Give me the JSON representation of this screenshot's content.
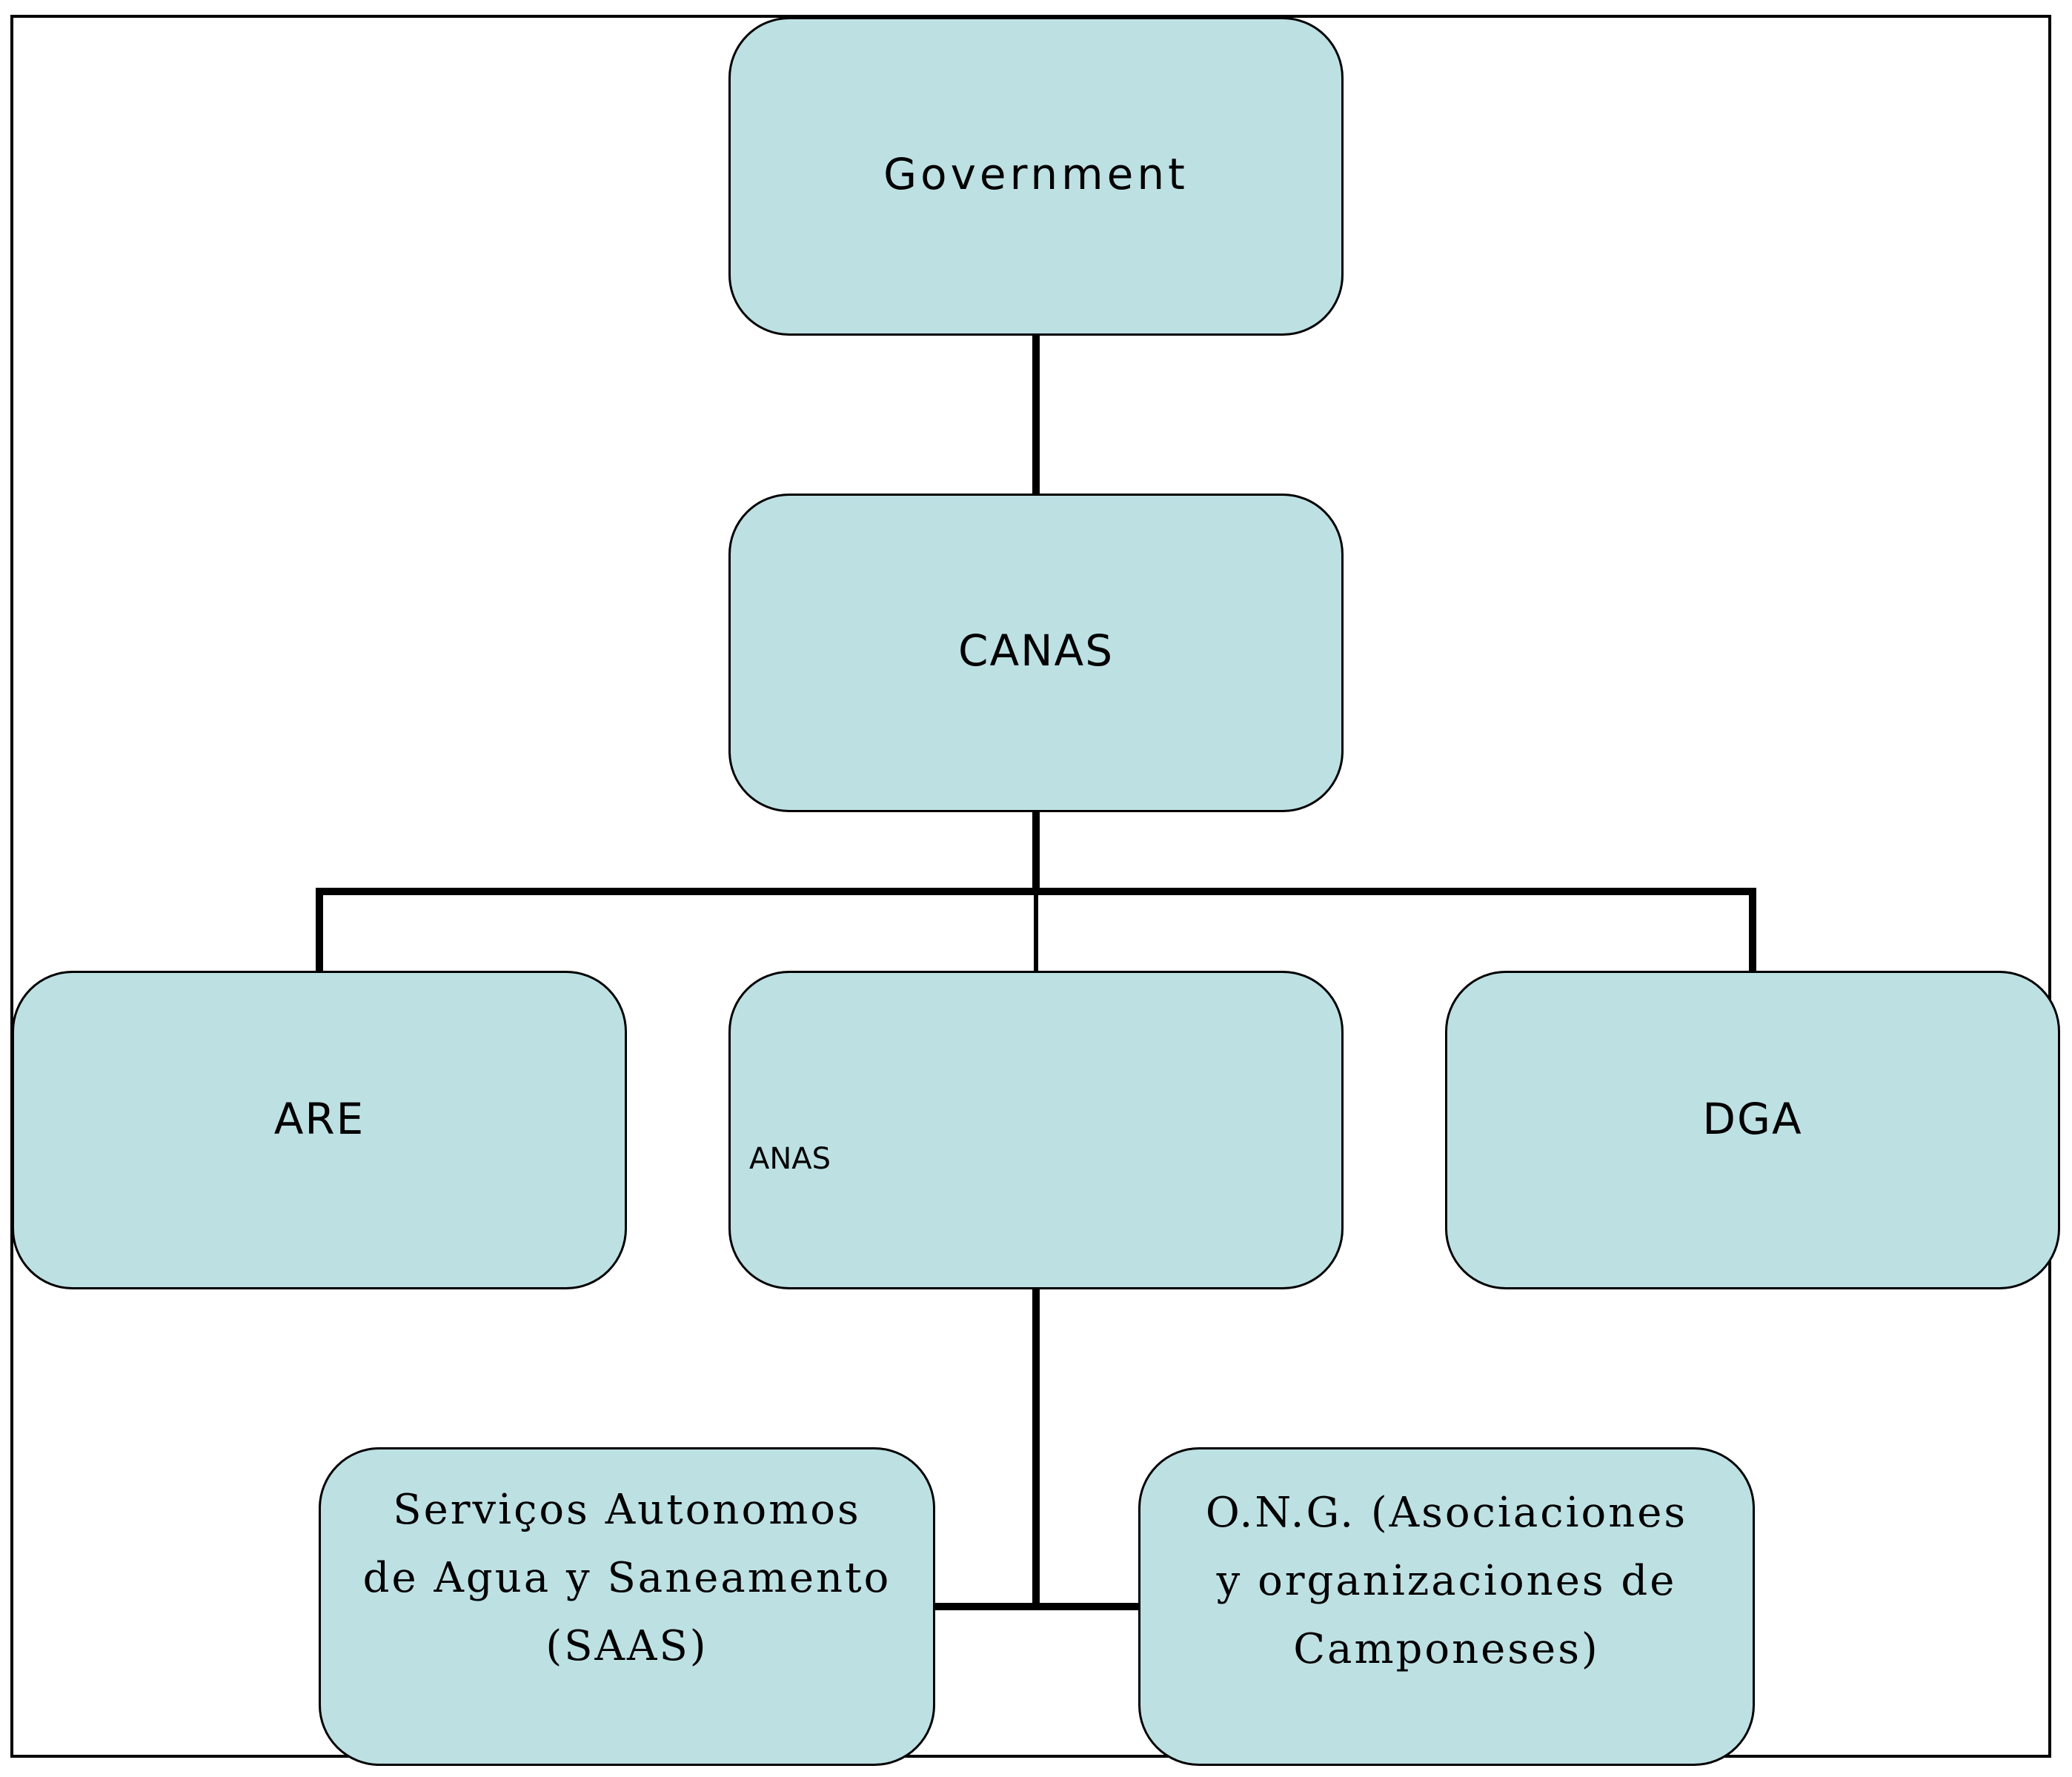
{
  "diagram": {
    "nodes": {
      "government": {
        "label": "Government"
      },
      "canas": {
        "label": "CANAS"
      },
      "are": {
        "label": "ARE"
      },
      "anas": {
        "label": "ANAS"
      },
      "dga": {
        "label": "DGA"
      },
      "saas": {
        "lines": [
          "Serviços Autonomos",
          "de Agua y Saneamento",
          "(SAAS)"
        ]
      },
      "ong": {
        "lines": [
          "O.N.G. (Asociaciones",
          "y organizaciones de",
          "Camponeses)"
        ]
      }
    },
    "edges": [
      [
        "government",
        "canas"
      ],
      [
        "canas",
        "are"
      ],
      [
        "canas",
        "anas"
      ],
      [
        "canas",
        "dga"
      ],
      [
        "anas",
        "saas"
      ],
      [
        "anas",
        "ong"
      ]
    ],
    "colors": {
      "node_fill": "#bde0e3",
      "line": "#000000"
    }
  }
}
